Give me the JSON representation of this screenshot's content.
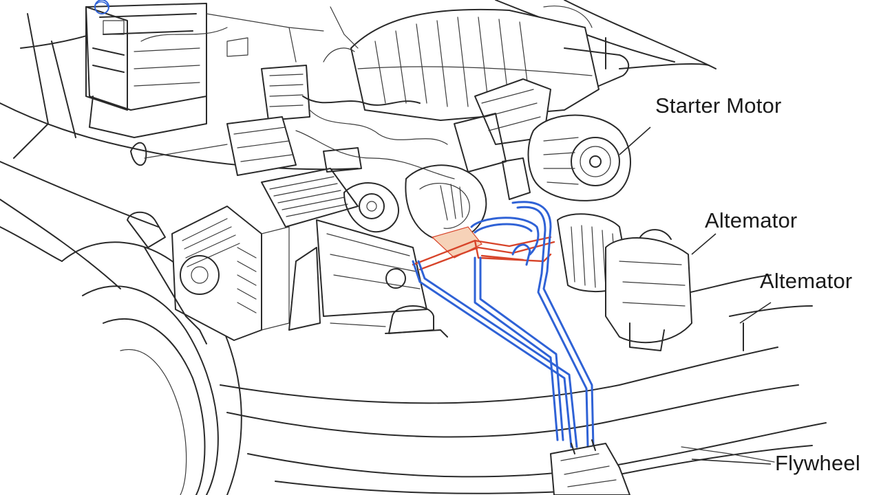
{
  "labels": {
    "starter_motor": "Starter Motor",
    "alternator_1": "Altemator",
    "alternator_2": "Altemator",
    "flywheel": "Flywheel"
  },
  "colors": {
    "line_art": "#2a2a2a",
    "wiring_blue": "#2f62d6",
    "wiring_red": "#d7442a",
    "background": "#ffffff"
  }
}
